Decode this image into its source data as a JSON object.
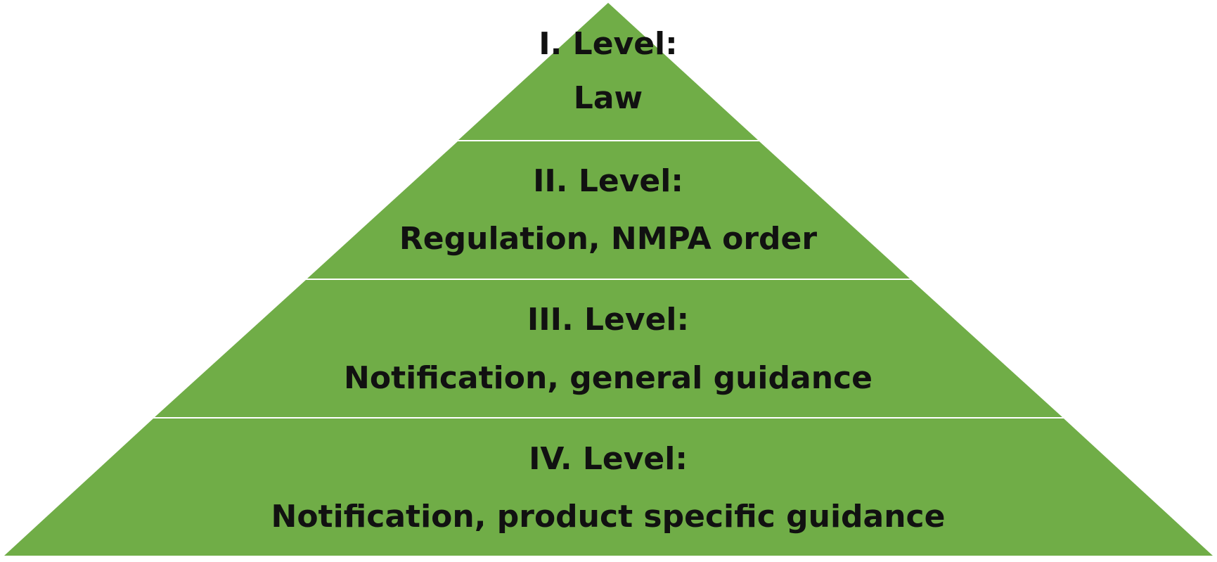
{
  "diagram": {
    "type": "pyramid",
    "fill_color": "#70AD47",
    "separator_color": "#ffffff",
    "levels": [
      {
        "heading": "I. Level:",
        "label": "Law"
      },
      {
        "heading": "II. Level:",
        "label": "Regulation, NMPA order"
      },
      {
        "heading": "III. Level:",
        "label": "Notification, general guidance"
      },
      {
        "heading": "IV. Level:",
        "label": "Notification, product specific guidance"
      }
    ]
  }
}
